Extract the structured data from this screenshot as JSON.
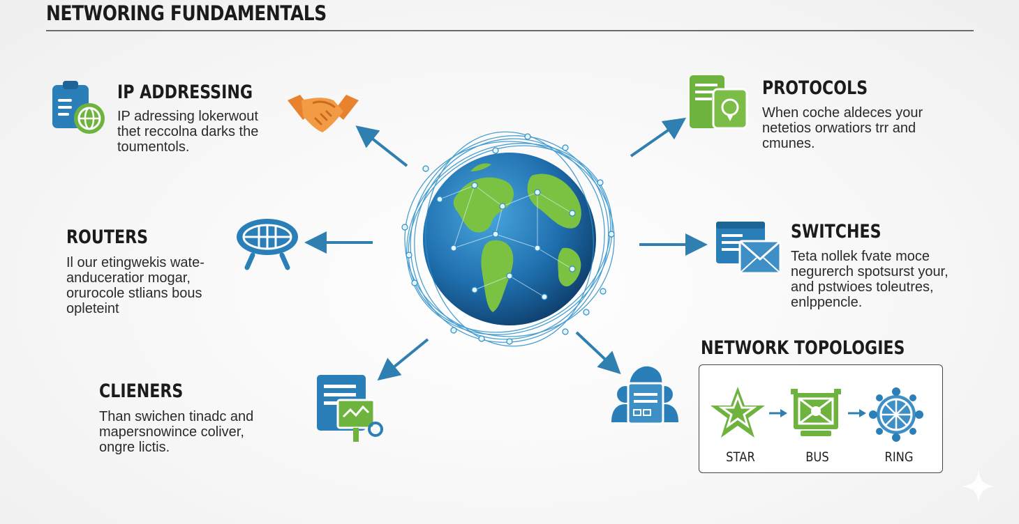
{
  "header": {
    "title": "NETWORING FUNDAMENTALS"
  },
  "sections": {
    "ip_addressing": {
      "title": "IP ADDRESSING",
      "lines": [
        "IP adressing lokerwout",
        "thet reccolna darks the",
        "toumentols."
      ],
      "icon": "clipboard-globe-icon"
    },
    "protocols": {
      "title": "PROTOCOLS",
      "lines": [
        "When coche aldeces your",
        "netetios orwatiors trr and",
        "cmunes."
      ],
      "icon": "server-devices-icon"
    },
    "routers": {
      "title": "ROUTERS",
      "lines": [
        "Il our etingwekis wate-",
        "anduceratior mogar,",
        "orurocole stlians bous",
        "opleteint"
      ],
      "icon": "router-icon"
    },
    "switches": {
      "title": "SWITCHES",
      "lines": [
        "Teta nollek fvate moce",
        "negurerch spotsurst your,",
        "and pstwioes toleutres,",
        "enlppencle."
      ],
      "icon": "switch-envelope-icon"
    },
    "clieners": {
      "title": "CLIENERS",
      "lines": [
        "Than swichen tinadc and",
        "mapersnowince coliver,",
        "ongre lictis."
      ],
      "icon": "document-chart-icon"
    },
    "topologies": {
      "title": "NETWORK TOPOLOGIES",
      "items": [
        {
          "label": "STAR",
          "icon": "star-topology-icon"
        },
        {
          "label": "BUS",
          "icon": "bus-topology-icon"
        },
        {
          "label": "RING",
          "icon": "ring-topology-icon"
        }
      ]
    }
  },
  "decor": {
    "handshake_icon": "handshake-icon",
    "cloud_icon": "cloud-users-icon",
    "globe_icon": "globe-network-icon"
  },
  "colors": {
    "blue": "#2a7fb8",
    "green": "#6fb33f",
    "orange": "#e8822e",
    "arrow": "#2f7fb0"
  }
}
